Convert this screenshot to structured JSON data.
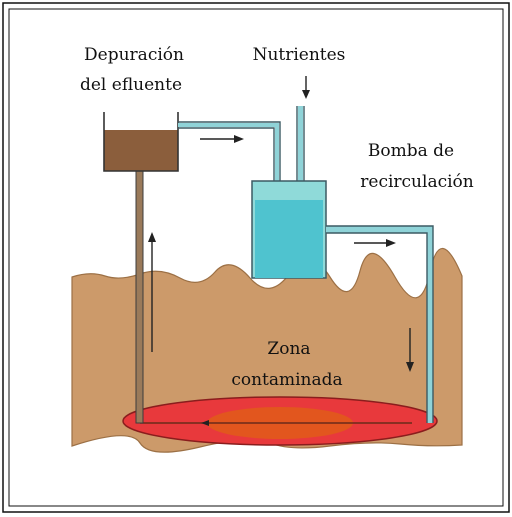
{
  "labels": {
    "effluent_line1": "Depuración",
    "effluent_line2": "del efluente",
    "nutrients": "Nutrientes",
    "pump_line1": "Bomba de",
    "pump_line2": "recirculación",
    "zone_line1": "Zona",
    "zone_line2": "contaminada"
  },
  "colors": {
    "soil": "#cc9a6a",
    "soil_edge": "#b5865a",
    "tank_fill": "#8b5e3c",
    "pump_body": "#4fc3cf",
    "pump_lid": "#8fdad9",
    "pipe": "#8fd3d8",
    "pipe_stroke": "#3c5a63",
    "zone_outer": "#e8393c",
    "zone_inner": "#e2561e",
    "text": "#111111"
  }
}
